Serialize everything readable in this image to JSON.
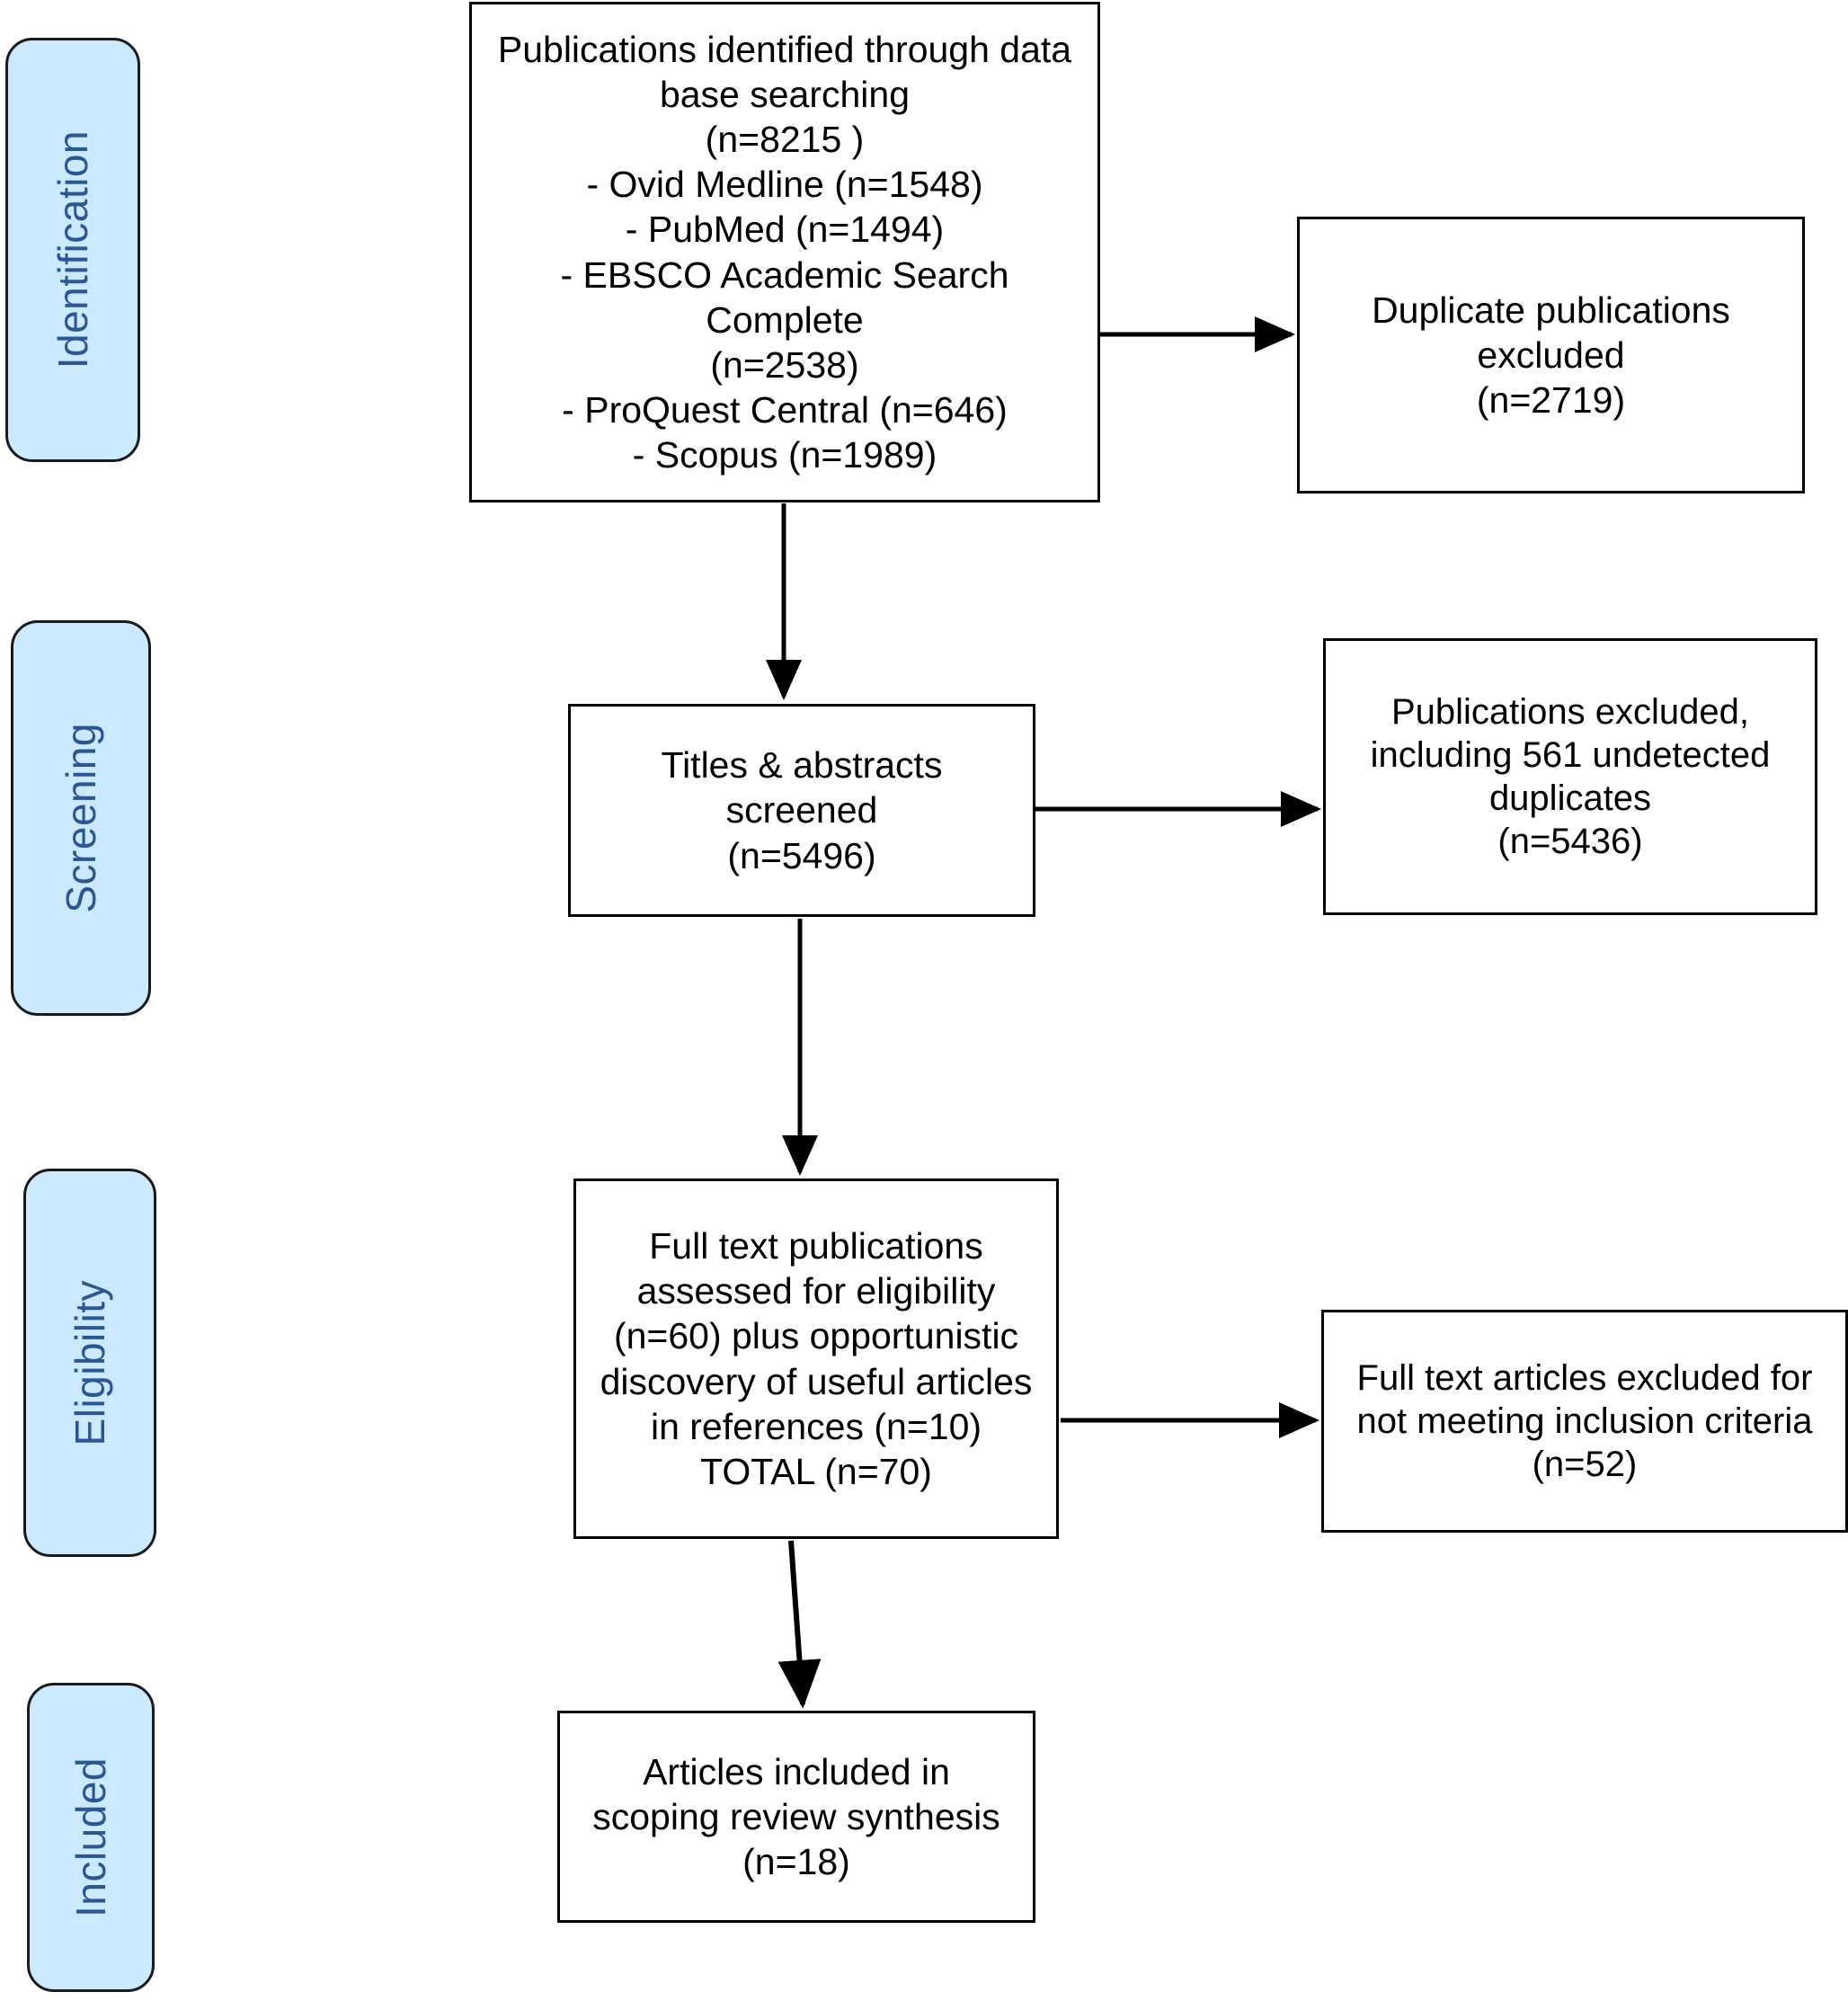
{
  "diagram": {
    "title": "PRISMA flow diagram",
    "accent_pill_fill": "#cceaff",
    "accent_pill_text": "#2b5797",
    "box_border": "#000000",
    "background": "#ffffff"
  },
  "stages": [
    {
      "key": "identification",
      "label": "Identification"
    },
    {
      "key": "screening",
      "label": "Screening"
    },
    {
      "key": "eligibility",
      "label": "Eligibility"
    },
    {
      "key": "included",
      "label": "Included"
    }
  ],
  "boxes": {
    "identified": {
      "text": "Publications identified through data\nbase searching\n(n=8215 )\n- Ovid Medline (n=1548)\n- PubMed (n=1494)\n- EBSCO Academic Search Complete\n(n=2538)\n- ProQuest Central (n=646)\n- Scopus (n=1989)",
      "total": 8215,
      "sources": [
        {
          "name": "Ovid Medline",
          "n": 1548
        },
        {
          "name": "PubMed",
          "n": 1494
        },
        {
          "name": "EBSCO Academic Search Complete",
          "n": 2538
        },
        {
          "name": "ProQuest Central",
          "n": 646
        },
        {
          "name": "Scopus",
          "n": 1989
        }
      ]
    },
    "duplicates_excluded": {
      "text": "Duplicate publications\nexcluded\n(n=2719)",
      "n": 2719
    },
    "screened": {
      "text": "Titles & abstracts\nscreened\n(n=5496)",
      "n": 5496
    },
    "screening_excluded": {
      "text": "Publications excluded,\nincluding 561 undetected\nduplicates\n(n=5436)",
      "n": 5436,
      "undetected_duplicates": 561
    },
    "fulltext_assessed": {
      "text": "Full text publications\nassessed for eligibility\n(n=60) plus opportunistic\ndiscovery of useful articles\nin references (n=10)\nTOTAL (n=70)",
      "assessed": 60,
      "opportunistic": 10,
      "total": 70
    },
    "fulltext_excluded": {
      "text": "Full text articles excluded for\nnot meeting inclusion criteria\n(n=52)",
      "n": 52
    },
    "included_final": {
      "text": "Articles included in\nscoping review synthesis\n(n=18)",
      "n": 18
    }
  }
}
